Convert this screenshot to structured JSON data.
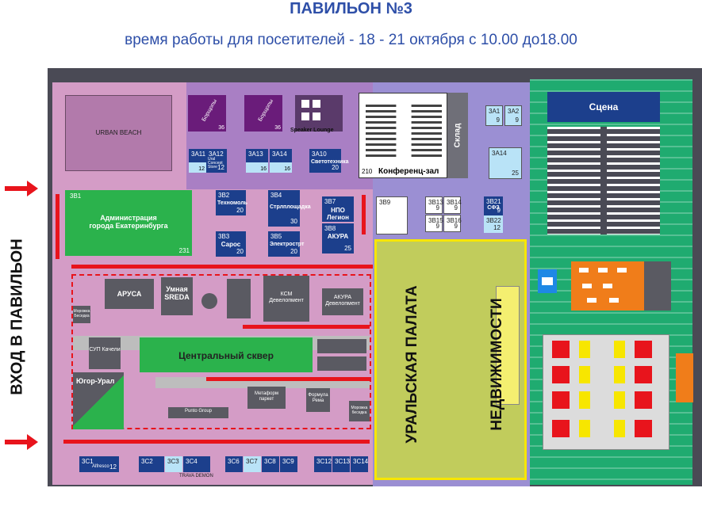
{
  "header": {
    "title": "ПАВИЛЬОН №3",
    "subtitle": "время работы для посетителей - 18 - 21 октября с 10.00 до18.00"
  },
  "entrance_label": "ВХОД В ПАВИЛЬОН",
  "highlight_label_line1": "УРАЛЬСКАЯ ПАЛАТА",
  "highlight_label_line2": "НЕДВИЖИМОСТИ",
  "colors": {
    "accent_blue": "#2e4fa8",
    "stand_blue": "#1c3f8c",
    "arrow_red": "#e8141c",
    "highlight_yellow": "#f7e600",
    "green_zone": "#1fab70",
    "admin_green": "#2bb24c"
  },
  "zones": {
    "urban_beach": "URBAN BEACH",
    "scene": "Сцена",
    "warehouse": "Склад",
    "conference": "Конференц-зал",
    "conference_num": "210",
    "central_square": "Центральный сквер",
    "speaker_lounge": "Speaker Lounge"
  },
  "stands": {
    "borshchi_1": "Борщопы",
    "borshchi_1_num": "36",
    "borshchi_2": "Борщопы",
    "borshchi_2_num": "36",
    "s3A11": "3А11",
    "s3A11_num": "12",
    "s3A12": "3А12",
    "s3A12_lbl": "Ural Concept Store",
    "s3A12_num": "12",
    "s3A13": "3А13",
    "s3A13_num": "16",
    "s3A14a": "3А14",
    "s3A14a_num": "16",
    "s3A10": "3А10",
    "s3A10_lbl": "Светотехника",
    "s3A10_num": "20",
    "s3A1": "3А1",
    "s3A1_num": "9",
    "s3A2": "3А2",
    "s3A2_num": "9",
    "s3A14b": "3А14",
    "s3A14b_num": "25",
    "s3B1": "3В1",
    "s3B1_lbl": "Администрация города Екатеринбурга",
    "s3B1_num": "231",
    "s3B2": "3В2",
    "s3B2_lbl": "Техномоль",
    "s3B2_num": "20",
    "s3B3": "3В3",
    "s3B3_lbl": "Сарос",
    "s3B3_num": "20",
    "s3B4": "3В4",
    "s3B4_lbl": "Стрлплощадка",
    "s3B4_num": "30",
    "s3B5": "3В5",
    "s3B5_lbl": "Электрострт",
    "s3B5_num": "20",
    "s3B7": "3В7",
    "s3B7_lbl": "НПО Легион",
    "s3B8": "3В8",
    "s3B8_lbl": "АКУРА",
    "s3B8_num": "25",
    "s3B9": "3В9",
    "s3B13": "3В13",
    "s3B13_num": "9",
    "s3B14": "3В14",
    "s3B14_num": "9",
    "s3B15": "3В15",
    "s3B15_num": "9",
    "s3B16": "3В16",
    "s3B16_num": "9",
    "s3B21": "3В21",
    "s3B21_lbl": "СФЗ",
    "s3B21_num": "9",
    "s3B22": "3В22",
    "s3B22_num": "12"
  },
  "block_stands": {
    "arusa": "АРУСА",
    "smart_sreda": "Умная SREDA",
    "ksm": "КСМ Девелопмент",
    "akura": "АКУРА Девелопмент",
    "sup": "СУП Качели",
    "yug_ural": "Югор-Урал",
    "morozhka": "Морожка Беседка",
    "punto": "Punto Group",
    "metaform": "Метаформ паркет",
    "formula": "Формула Рема",
    "morozhka2": "Морожка беседка"
  },
  "bottom_row": {
    "s3C1": "3С1",
    "s3C1_lbl": "Alfresco",
    "s3C1_num": "12",
    "s3C2": "3С2",
    "s3C3": "3С3",
    "s3C4": "3С4",
    "s3C4_lbl": "TRAVA DEMON",
    "s3C6": "3С6",
    "s3C7": "3С7",
    "s3C8": "3С8",
    "s3C9": "3С9",
    "s3C12": "3С12",
    "s3C13": "3С13",
    "s3C14": "3С14"
  }
}
